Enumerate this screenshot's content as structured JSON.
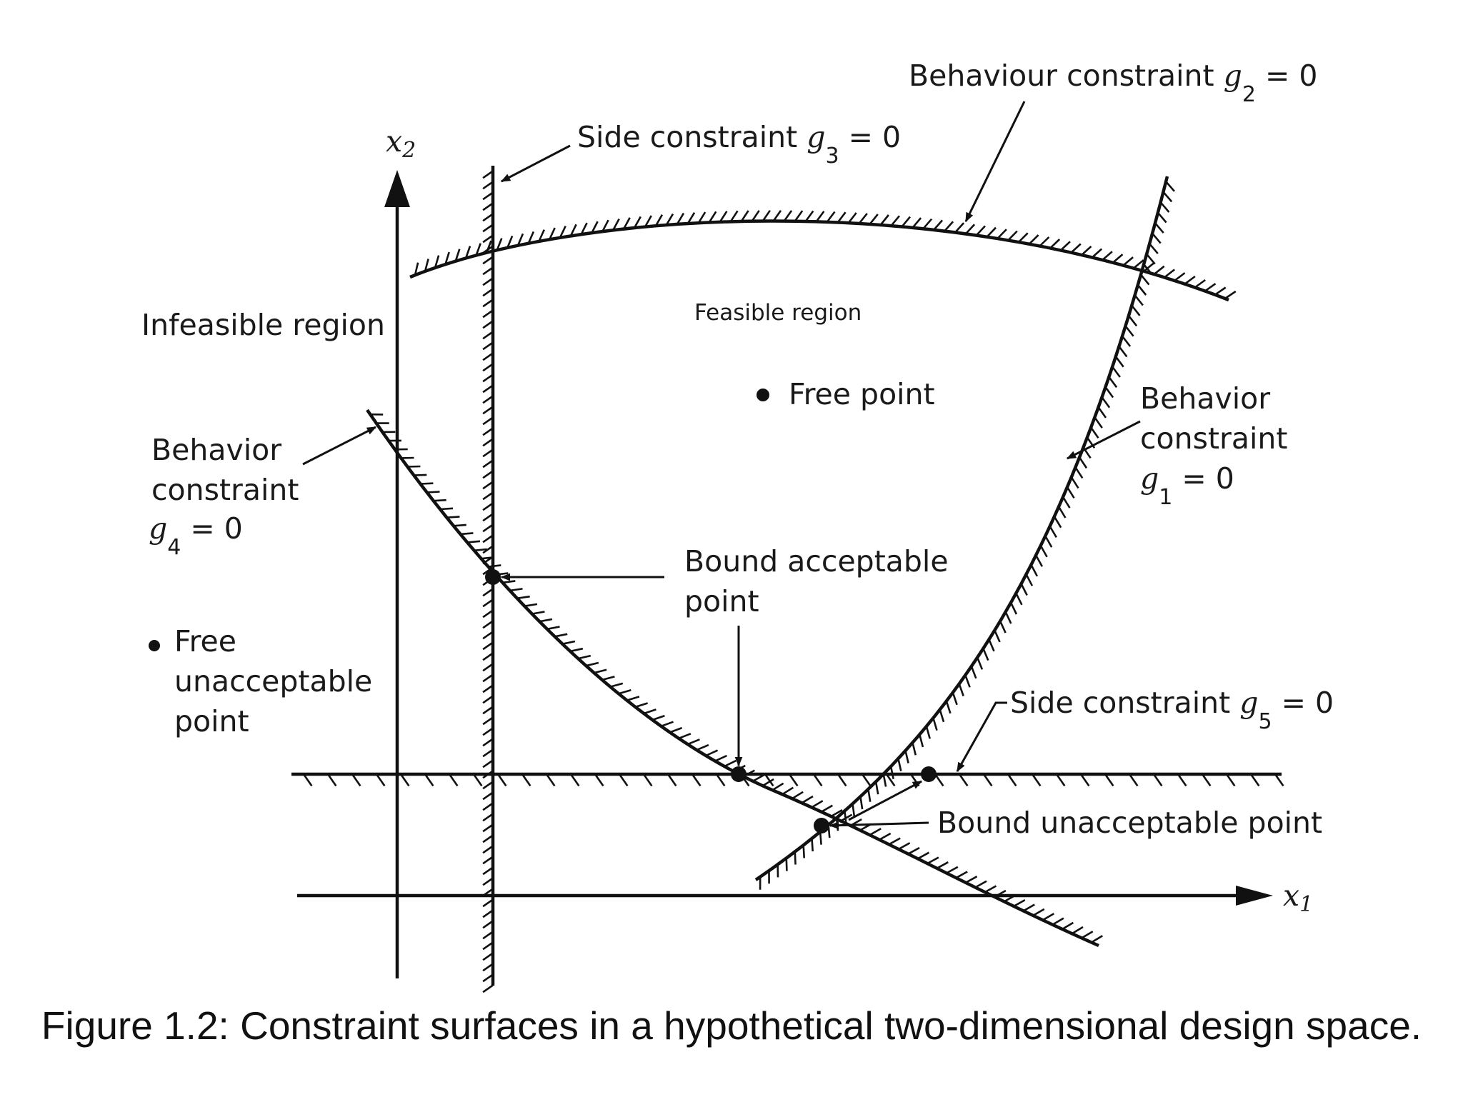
{
  "axes": {
    "x_label": "x",
    "x_sub": "1",
    "y_label": "x",
    "y_sub": "2"
  },
  "regions": {
    "feasible": "Feasible region",
    "infeasible": "Infeasible region"
  },
  "constraints": {
    "g2": {
      "text": "Behaviour constraint ",
      "var": "g",
      "sub": "2",
      "eq": " = 0"
    },
    "g3": {
      "text": "Side constraint ",
      "var": "g",
      "sub": "3",
      "eq": " = 0"
    },
    "g1": {
      "line1": "Behavior",
      "line2": "constraint",
      "var": "g",
      "sub": "1",
      "eq": " = 0"
    },
    "g4": {
      "line1": "Behavior",
      "line2": "constraint",
      "var": "g",
      "sub": "4",
      "eq": " = 0"
    },
    "g5": {
      "text": "Side constraint ",
      "var": "g",
      "sub": "5",
      "eq": " = 0"
    }
  },
  "points": {
    "free_point": "Free point",
    "free_unacceptable": {
      "line1": "Free",
      "line2": "unacceptable",
      "line3": "point"
    },
    "bound_acceptable": {
      "line1": "Bound acceptable",
      "line2": "point"
    },
    "bound_unacceptable": "Bound unacceptable point"
  },
  "caption": "Figure 1.2: Constraint surfaces in a hypothetical two-dimensional design space."
}
